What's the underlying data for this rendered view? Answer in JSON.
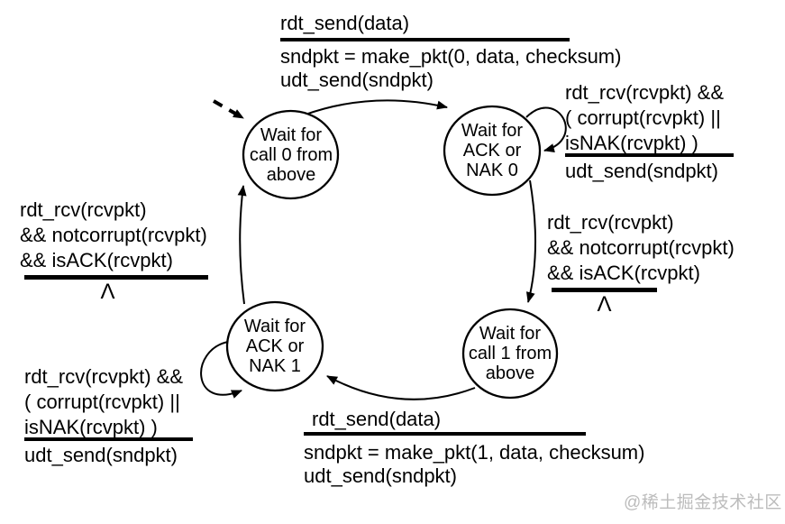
{
  "colors": {
    "ink": "#000000",
    "background": "#ffffff",
    "watermark": "#bcbcbc"
  },
  "states": [
    {
      "id": "wait-call-0",
      "lines": [
        "Wait for",
        "call 0 from",
        "above"
      ]
    },
    {
      "id": "wait-ack-nak-0",
      "lines": [
        "Wait for",
        "ACK or",
        "NAK 0"
      ]
    },
    {
      "id": "wait-call-1",
      "lines": [
        "Wait for",
        "call 1 from",
        "above"
      ]
    },
    {
      "id": "wait-ack-nak-1",
      "lines": [
        "Wait for",
        "ACK or",
        "NAK 1"
      ]
    }
  ],
  "transitions": {
    "send0": {
      "event": "rdt_send(data)",
      "actions": [
        "sndpkt = make_pkt(0, data, checksum)",
        "udt_send(sndpkt)"
      ]
    },
    "corrupt0": {
      "event_lines": [
        "rdt_rcv(rcvpkt) &&",
        "( corrupt(rcvpkt) ||",
        "isNAK(rcvpkt) )"
      ],
      "action": "udt_send(sndpkt)"
    },
    "ack0": {
      "event_lines": [
        "rdt_rcv(rcvpkt)",
        "&& notcorrupt(rcvpkt)",
        "&& isACK(rcvpkt)"
      ],
      "action": "Λ"
    },
    "send1": {
      "event": "rdt_send(data)",
      "actions": [
        "sndpkt = make_pkt(1, data, checksum)",
        "udt_send(sndpkt)"
      ]
    },
    "corrupt1": {
      "event_lines": [
        "rdt_rcv(rcvpkt) &&",
        "( corrupt(rcvpkt) ||",
        "isNAK(rcvpkt) )"
      ],
      "action": "udt_send(sndpkt)"
    },
    "ack1": {
      "event_lines": [
        "rdt_rcv(rcvpkt)",
        "&& notcorrupt(rcvpkt)",
        "&& isACK(rcvpkt)"
      ],
      "action": "Λ"
    }
  },
  "watermark": "@稀土掘金技术社区"
}
